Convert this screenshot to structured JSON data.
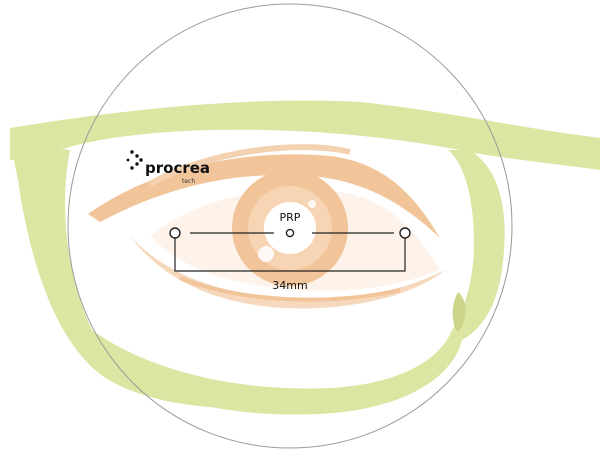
{
  "logo": {
    "name": "procrea",
    "sub": "tech",
    "icon": "arrow-dots-icon"
  },
  "labels": {
    "point": "PRP",
    "distance": "34mm"
  },
  "colors": {
    "frame": "#dde5a3",
    "eye": "#f2c49a",
    "eye_light": "#f9e3cc",
    "lens_border": "#9a9a9a",
    "line": "#222222",
    "text": "#111111"
  }
}
